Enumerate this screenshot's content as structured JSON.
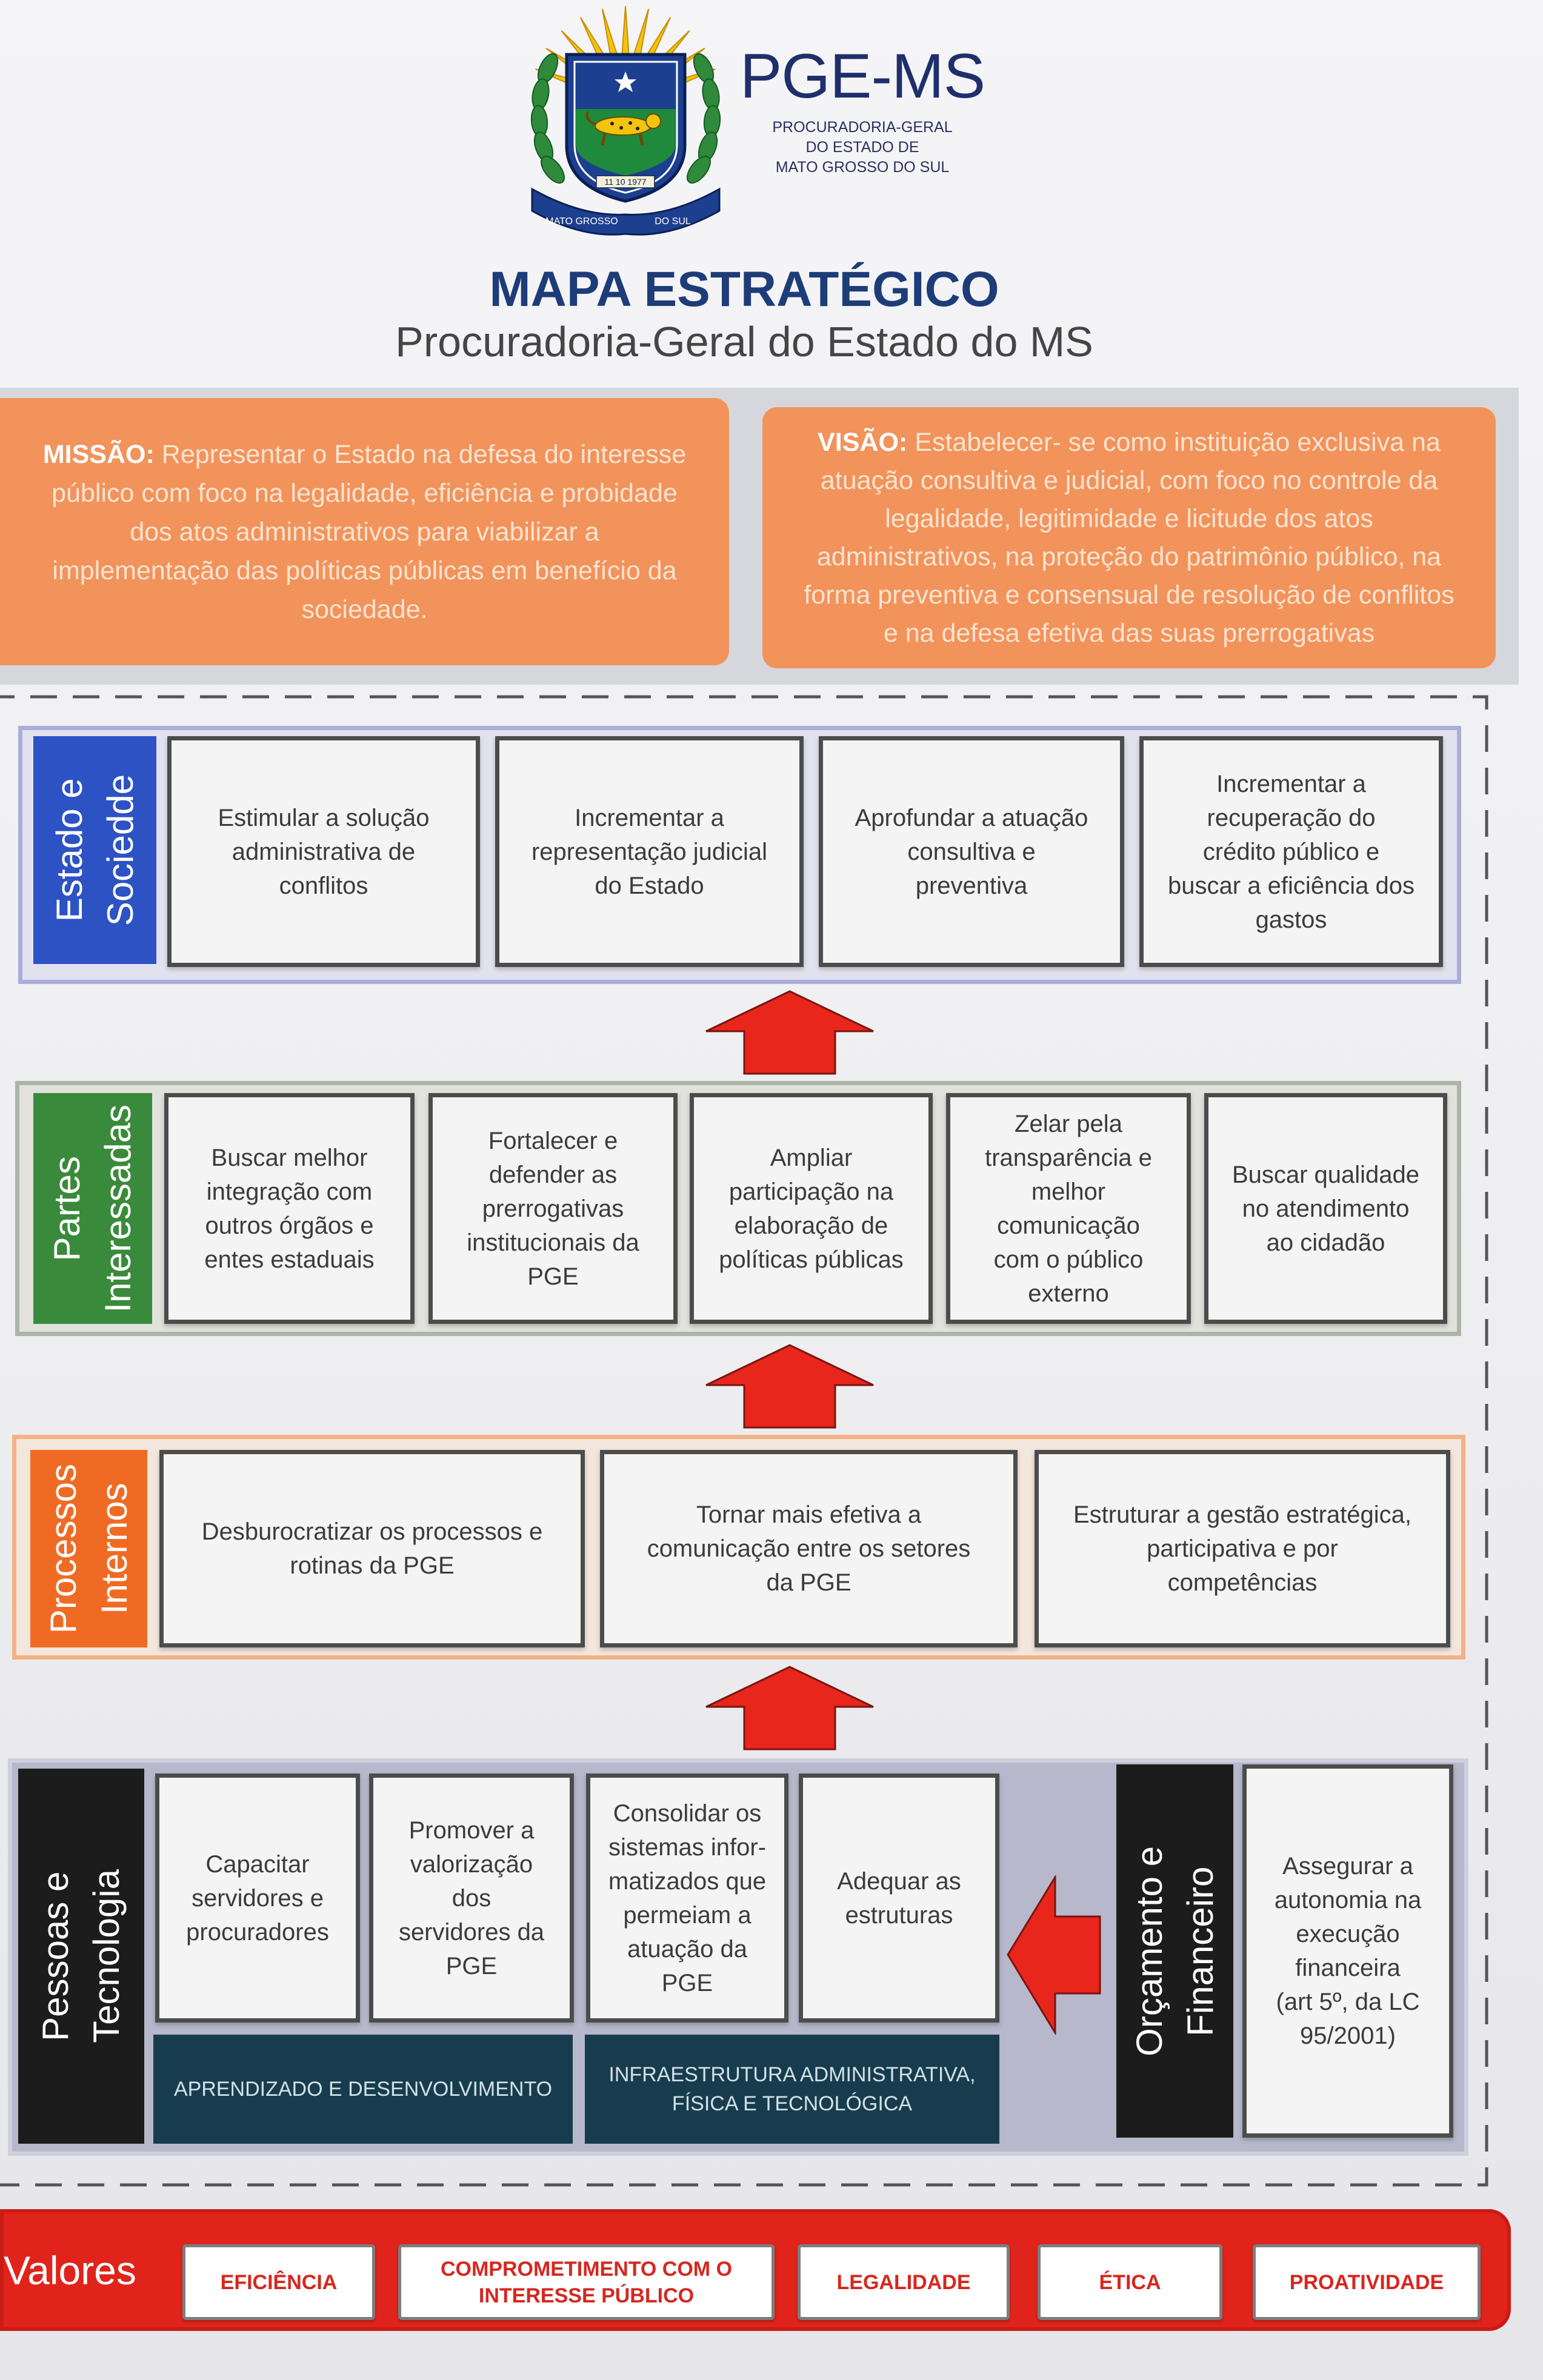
{
  "logo": {
    "acronym": "PGE-MS",
    "full_name_lines": [
      "PROCURADORIA-GERAL",
      "DO ESTADO DE",
      "MATO GROSSO DO SUL"
    ],
    "seal_date": "11 10 1977",
    "seal_ribbon_left": "MATO GROSSO",
    "seal_ribbon_right": "DO SUL"
  },
  "header": {
    "title": "MAPA ESTRATÉGICO",
    "subtitle": "Procuradoria-Geral do Estado do MS"
  },
  "mission": {
    "label": "MISSÃO:",
    "lines": [
      "Representar o Estado na defesa do interesse",
      "público com foco na legalidade, eficiência e probidade",
      "dos atos administrativos para viabilizar a",
      "implementação das políticas públicas em benefício da",
      "sociedade."
    ]
  },
  "vision": {
    "label": "VISÃO:",
    "lines": [
      "Estabelecer- se como instituição exclusiva na",
      "atuação consultiva e judicial, com foco no controle da",
      "legalidade, legitimidade e licitude dos atos",
      "administrativos, na proteção do patrimônio público, na",
      "forma preventiva e consensual de resolução de conflitos",
      "e na defesa efetiva das suas prerrogativas"
    ]
  },
  "perspectives": [
    {
      "label": "Estado e\nSociedde",
      "color": "#2d52c4",
      "objectives": [
        "Estimular a solução\nadministrativa de\nconflitos",
        "Incrementar a\nrepresentação judicial\ndo Estado",
        "Aprofundar a atuação\nconsultiva e\npreventiva",
        "Incrementar a\nrecuperação do\ncrédito público e\nbuscar a eficiência dos\ngastos"
      ]
    },
    {
      "label": "Partes\nInteressadas",
      "color": "#3a8a3b",
      "objectives": [
        "Buscar melhor\nintegração com\noutros órgãos e\nentes estaduais",
        "Fortalecer e\ndefender as\nprerrogativas\ninstitucionais da\nPGE",
        "Ampliar\nparticipação na\nelaboração de\npolíticas públicas",
        "Zelar pela\ntransparência e\nmelhor\ncomunicação\ncom o público\nexterno",
        "Buscar qualidade\nno atendimento\nao cidadão"
      ]
    },
    {
      "label": "Processos\nInternos",
      "color": "#ef6b24",
      "objectives": [
        "Desburocratizar os processos e\nrotinas da PGE",
        "Tornar mais efetiva a\ncomunicação entre os setores\nda PGE",
        "Estruturar a gestão estratégica,\nparticipativa e por\ncompetências"
      ]
    },
    {
      "label": "Pessoas e\nTecnologia",
      "color": "#1c1c1c",
      "objectives": [
        "Capacitar\nservidores e\nprocuradores",
        "Promover a\nvalorização\ndos\nservidores da\nPGE",
        "Consolidar os\nsistemas infor-\nmatizados que\npermeiam a\natuação da\nPGE",
        "Adequar as\nestruturas"
      ],
      "groups": [
        "APRENDIZADO E DESENVOLVIMENTO",
        "INFRAESTRUTURA ADMINISTRATIVA,\nFÍSICA E TECNOLÓGICA"
      ]
    }
  ],
  "budget": {
    "label": "Orçamento e\nFinanceiro",
    "color": "#1c1c1c",
    "objective": "Assegurar a\nautonomia na\nexecução\nfinanceira\n(art 5º, da LC\n95/2001)"
  },
  "values": {
    "label": "Valores",
    "items": [
      "EFICIÊNCIA",
      "COMPROMETIMENTO COM O\nINTERESSE PÚBLICO",
      "LEGALIDADE",
      "ÉTICA",
      "PROATIVIDADE"
    ]
  },
  "colors": {
    "title": "#1d3c78",
    "mission_vision_bg": "#f1935b",
    "arrow": "#e8261c",
    "values_bar": "#e0241b",
    "values_text": "#d6271f",
    "group_bar": "#173c4e"
  }
}
